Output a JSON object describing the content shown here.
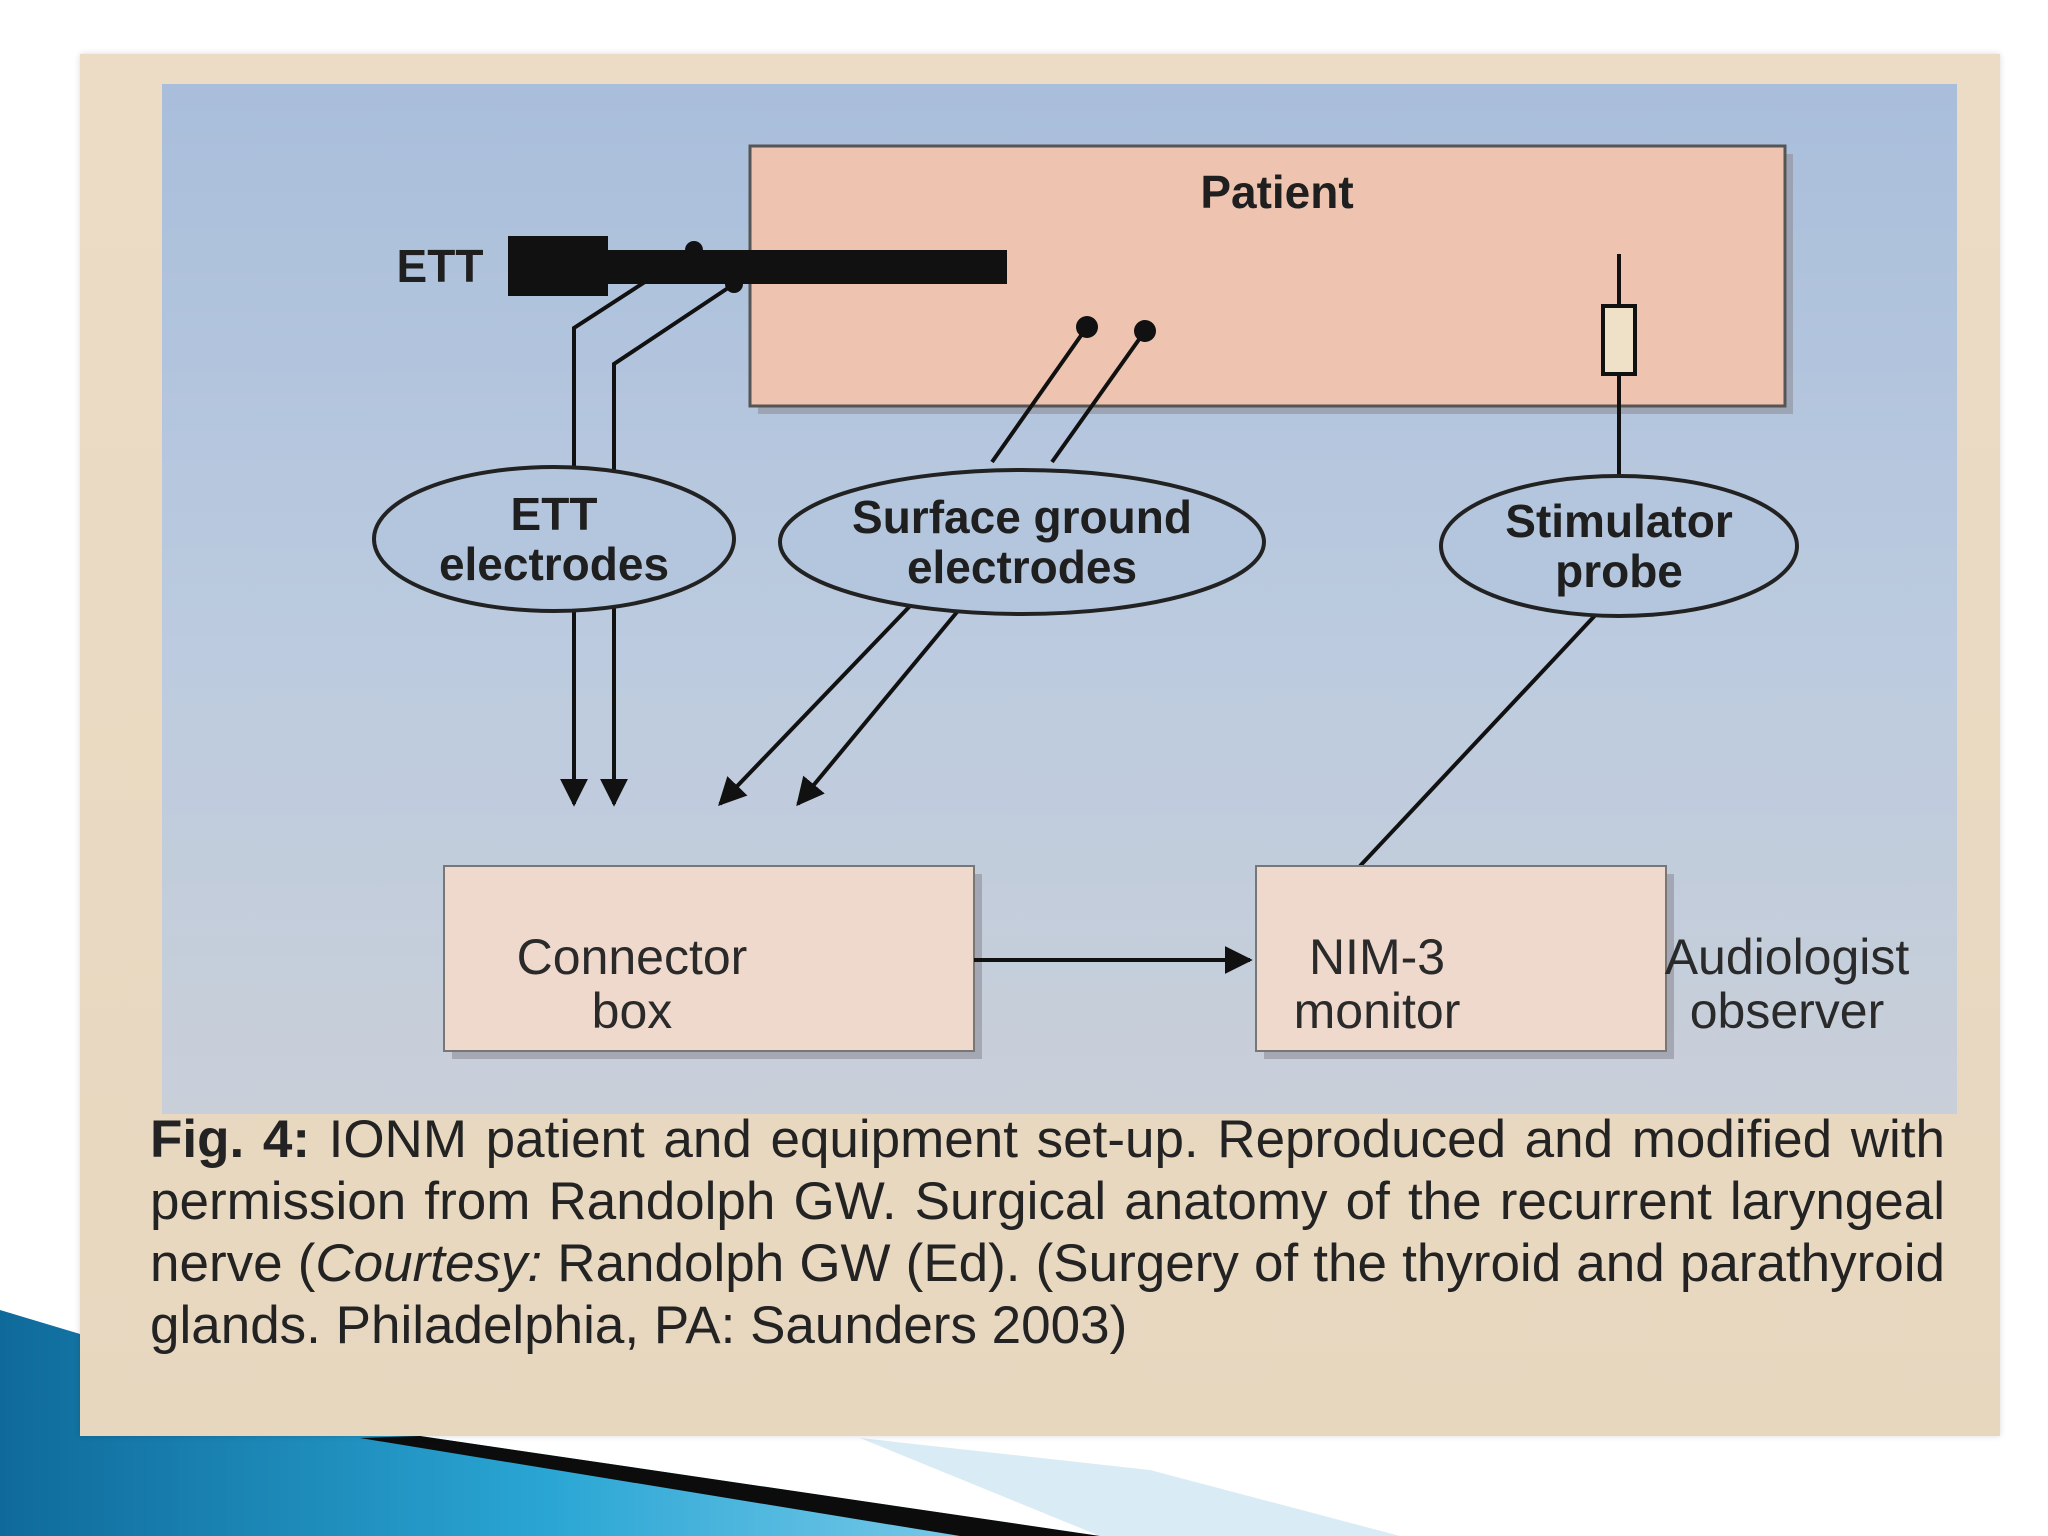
{
  "diagram": {
    "patient_label": "Patient",
    "ett_label": "ETT",
    "ett_electrodes": [
      "ETT",
      "electrodes"
    ],
    "surface_electrodes": [
      "Surface ground",
      "electrodes"
    ],
    "stimulator_probe": [
      "Stimulator",
      "probe"
    ],
    "connector_box": [
      "Connector",
      "box"
    ],
    "nim_monitor": [
      "NIM-3",
      "monitor"
    ],
    "audiologist": [
      "Audiologist",
      "observer"
    ]
  },
  "caption": {
    "fig_label": "Fig. 4:",
    "text_part1": " IONM patient and equipment set-up. Reproduced and modified with permission from Randolph GW. Surgical anatomy of the recurrent laryngeal nerve (",
    "courtesy": "Courtesy:",
    "text_part2": " Randolph GW (Ed). (Surgery of the thyroid and parathyroid glands. Philadelphia, PA: Saunders 2003)"
  },
  "colors": {
    "panel_blue": "#a9bedb",
    "patient_fill": "#eec4b0",
    "box_fill": "#efd9cc",
    "ellipse_fill": "#b3c6de",
    "caption_bg": "#ecdcc6",
    "corner_blue": "#1c8fc0"
  }
}
